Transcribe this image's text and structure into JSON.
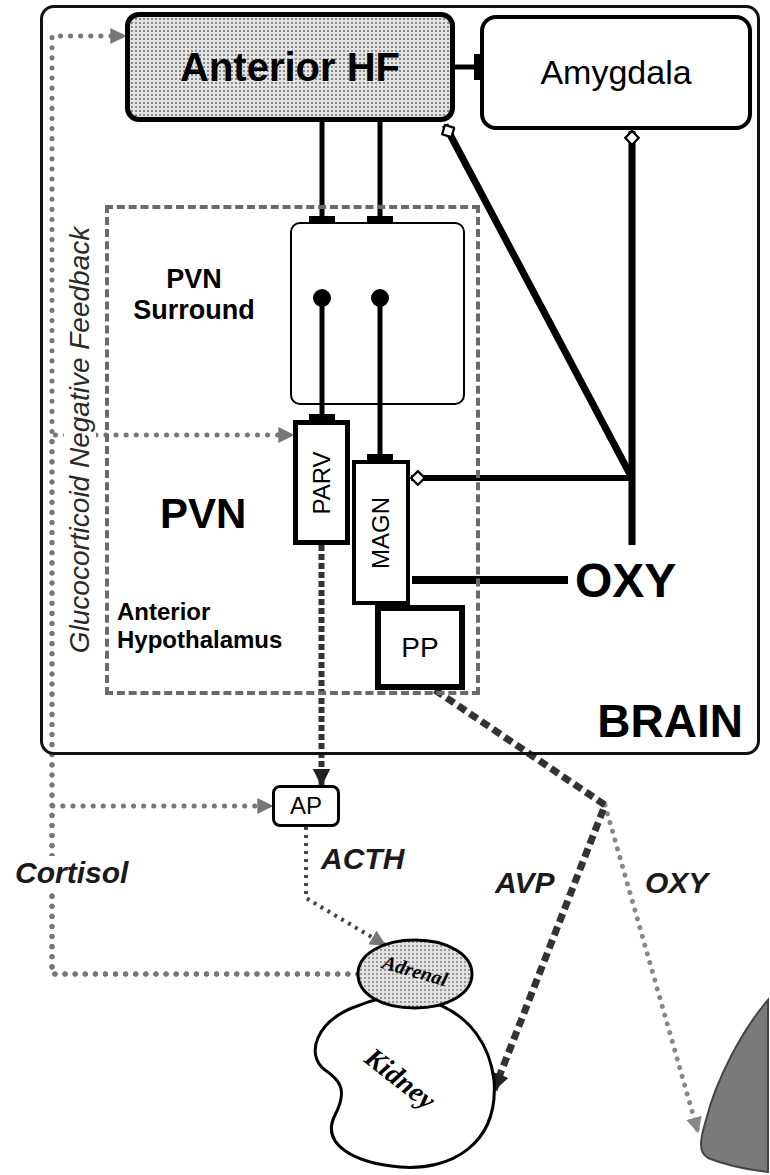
{
  "diagram": {
    "nodes": [
      {
        "text": [
          "BRAIN"
        ]
      },
      {
        "text": [
          "Anterior HF"
        ],
        "in": 0
      },
      {
        "text": [
          "Amygdala"
        ],
        "in": 0
      },
      {
        "text": [
          "PVN",
          "Anterior Hypothalamus"
        ],
        "in": 0
      },
      {
        "text": [
          "PVN Surround"
        ],
        "in": 3
      },
      {
        "text": [
          "PARV"
        ],
        "in": 3
      },
      {
        "text": [
          "MAGN"
        ],
        "in": 3
      },
      {
        "text": [
          "PP"
        ],
        "in": 3
      },
      {
        "text": [
          "AP"
        ]
      },
      {
        "text": [
          "Adrenal"
        ]
      },
      {
        "text": [
          "Kidney"
        ]
      }
    ],
    "edges": [
      {
        "from": 1,
        "to": 2,
        "arrow": "to"
      },
      {
        "from": 1,
        "to": 4,
        "arrow": "to"
      },
      {
        "from": 1,
        "to": 4,
        "arrow": "to"
      },
      {
        "from": 4,
        "to": 5,
        "arrow": "to"
      },
      {
        "from": 4,
        "to": 6,
        "arrow": "to"
      },
      {
        "from": 5,
        "to": 8,
        "arrow": "to"
      },
      {
        "from": 8,
        "to": 9,
        "label": "ACTH",
        "arrow": "to"
      },
      {
        "from": 7,
        "to": 10,
        "label": "AVP",
        "arrow": "to"
      },
      {
        "from": 9,
        "to": 1,
        "arrow": "to"
      },
      {
        "from": 9,
        "to": 5,
        "arrow": "to"
      },
      {
        "from": 9,
        "to": 8,
        "arrow": "to"
      }
    ],
    "labels": [
      "Glucocorticoid Negative Feedback",
      "OXY",
      "Cortisol",
      "OXY"
    ]
  }
}
